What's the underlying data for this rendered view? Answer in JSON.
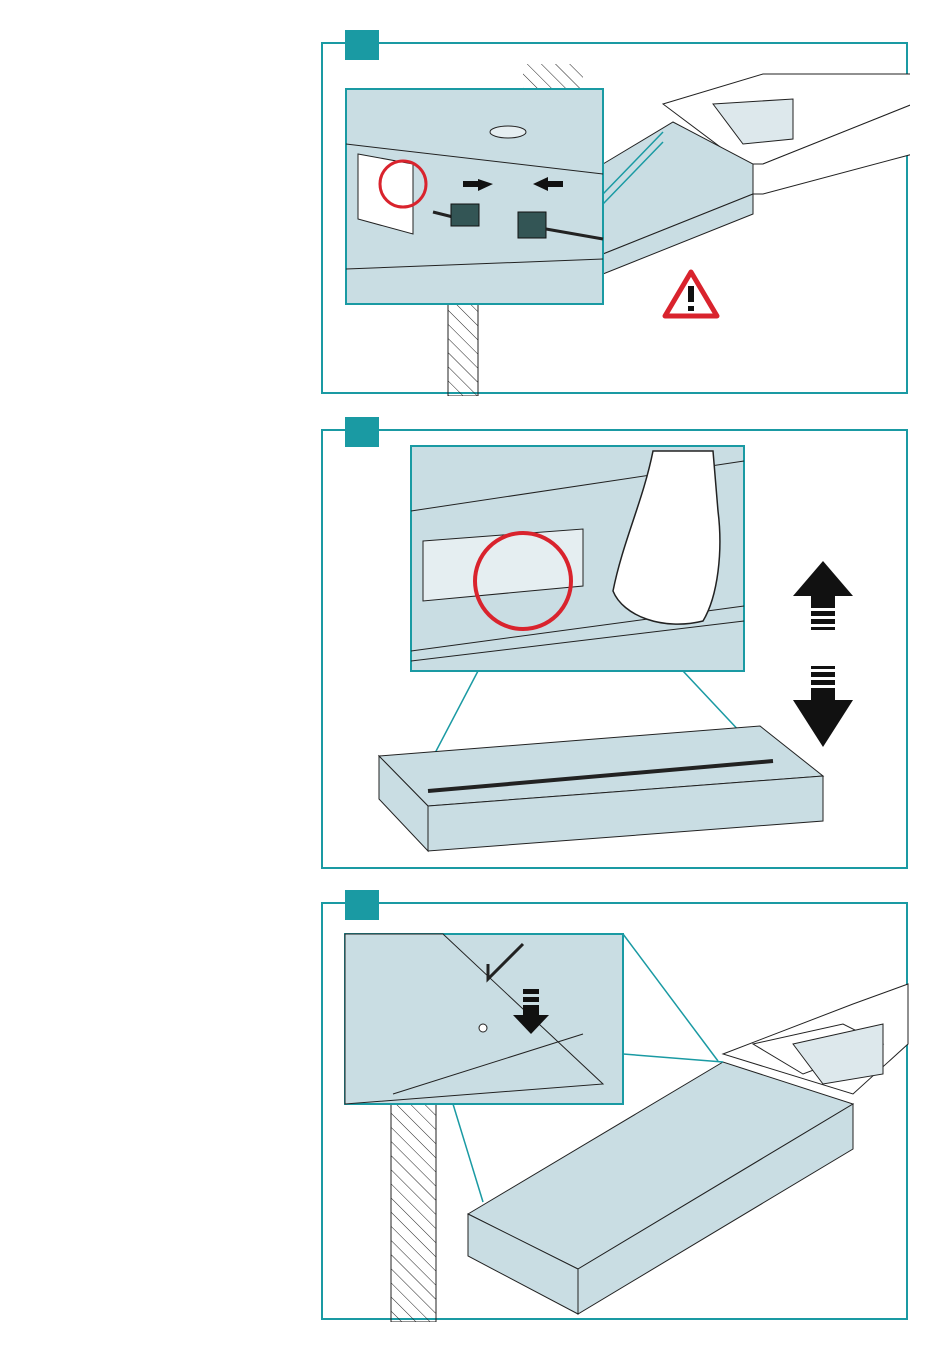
{
  "document": {
    "steps": [
      {
        "id": "step-1",
        "accent": "#1a9aa3",
        "label": ""
      },
      {
        "id": "step-2",
        "accent": "#1a9aa3",
        "label": ""
      },
      {
        "id": "step-3",
        "accent": "#1a9aa3",
        "label": ""
      }
    ],
    "colors": {
      "frame": "#1a9aa3",
      "fill": "#c9dde3",
      "warning": "#d9232d",
      "arrow": "#1a1a1a"
    },
    "icons": {
      "warning": "warning-triangle-icon",
      "up_down": "up-down-arrow-icon",
      "push_together": "push-together-arrows-icon",
      "press_down": "press-down-arrow-icon"
    }
  }
}
